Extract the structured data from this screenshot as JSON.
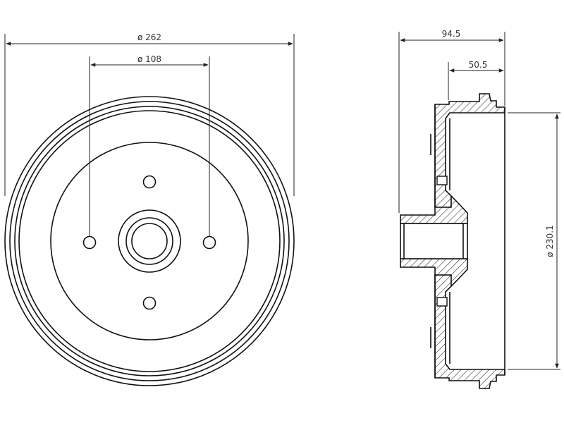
{
  "dimensions": {
    "outer_diameter": "ø 262",
    "bolt_circle": "ø 108",
    "overall_height": "94.5",
    "hub_height": "50.5",
    "inner_diameter": "ø 230.1"
  }
}
